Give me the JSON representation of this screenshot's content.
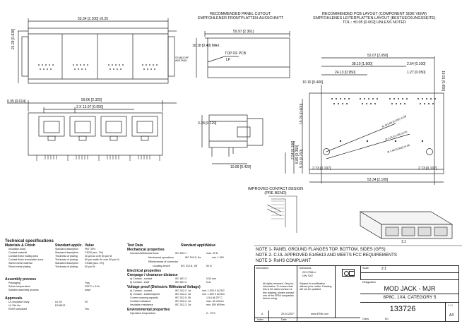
{
  "panel_cutout": {
    "title_en": "RECOMMENDED PANEL CUTOUT",
    "title_de": "EMPFOHLENER FRONTPLATTEN-AUSSCHNITT",
    "width": "59.97 [2.361]",
    "height": "10.18 [0.40] MAX",
    "top_of_pcb": "TOP OF PCB",
    "lp": "LP"
  },
  "pcb_layout": {
    "title_en": "RECOMMENDED PCB LAYOUT (COMPONENT SIDE VIEW)",
    "title_de": "EMPFOHLENES LEITERPLATTEN-LAYOUT (BESTUECKUNGSSEITE)",
    "tolerance": "TOL.: ±0.05 [0.002] UNLESS NOTED",
    "dims": [
      "52.07 [2.050]",
      "38.10 [1.500]",
      "2.54 [0.100]",
      "24.13 [0.950]",
      "1.27 [0.050]",
      "10.16 [0.400]",
      "16.51 [0.650]",
      "15.24 [0.600]",
      "2.54 [0.100]",
      "8.89 [0.350]",
      "5.33 [0.210]",
      "2.73 [0.107]",
      "53.34 [2.100]",
      "2.73 [0.107]"
    ],
    "holes": [
      "8x Ø 0.89 [0.035] ±0.08",
      "Ø 3.25 [0.128] ±0.05",
      "Ø 1.60 [0.063] ±0.08"
    ]
  },
  "front_view": {
    "width": "53.34 [2.100] ±0.25",
    "height": "21.29 [0.838]",
    "standoff": "STANDOFF ABSTAND",
    "pitch": "3 X 13.97 [0.550]",
    "overall": "59.06 [2.325]",
    "left": "0.35 [0.014]"
  },
  "side_view": {
    "dim1": "3.28 [0.129]",
    "dim2": "10.89 [0.429]"
  },
  "contact": {
    "title_en": "IMPROVED CONTACT DESIGN",
    "title_de": "(PRE BEND)"
  },
  "iso_label": "1:1",
  "specs": {
    "heading": "Technical specifications",
    "materials_heading": "Materials & Finish",
    "col_std": "Standard applic.",
    "col_val": "Value",
    "materials": [
      [
        "Insulation body",
        "Standard description",
        "PBT 30%"
      ],
      [
        "Contact material",
        "Standard description",
        "CS2/0 (acc. 2%)"
      ],
      [
        "Contact finish mating area",
        "Thickness of plating",
        "30 µin Au over 50 µin Ni"
      ],
      [
        "Contact finish termination zone",
        "Thickness of plating",
        "80 µin matte Sn over 50 µin Ni"
      ],
      [
        "Shield metal material",
        "Standard description",
        "CS480 (acc. 2%)"
      ],
      [
        "Shield metal plating",
        "Thickness of plating",
        "50 µin Ni"
      ]
    ],
    "assembly_heading": "Assembly process",
    "assembly": [
      [
        "Packaging",
        "",
        "Tray"
      ],
      [
        "Solder temperature",
        "",
        "235°C ≤ 3-5s"
      ],
      [
        "Suitable assembly process",
        "",
        "wave"
      ]
    ],
    "approvals_heading": "Approvals",
    "approvals": [
      [
        "UL insulation body",
        "UL 94",
        "V0"
      ],
      [
        "UL File No.",
        "E145613",
        ""
      ],
      [
        "RoHS compliant",
        "",
        "Yes"
      ]
    ],
    "test_heading": "Test Data",
    "mech_heading": "Mechanical properties",
    "mech": [
      [
        "Insertion/withdrawal force",
        "IEC 603-7",
        "max. 20 N"
      ],
      [
        "",
        "Mechanical operations",
        "IEC 512-5, 9a",
        "min. 1.000"
      ],
      [
        "",
        "Effectiveness of connector",
        ""
      ],
      [
        "",
        "coupling device",
        "IEC 512-8, 15f",
        "50 N"
      ]
    ],
    "elec_heading": "Electrical properties",
    "creep_heading": "Creepage / clearance distance",
    "creep": [
      [
        "a) Contact - contact",
        "IEC 807-3",
        "0.52 mm"
      ],
      [
        "b) Contact - shell",
        "IEC 807-3",
        "N.A."
      ]
    ],
    "voltage_heading": "Voltage proof (Dielectric Withstand Voltage)",
    "voltage": [
      [
        "a) Contact - contact",
        "IEC 512-2, 4a",
        "min. 1.000 V AC/DC"
      ],
      [
        "b) Contact - shell/endpoint",
        "IEC 512-2, 4a",
        "min. 1.500 V AC/DC"
      ],
      [
        "Current carrying capacity",
        "IEC 512-5, 5b",
        "1.5 A @ 25° C"
      ],
      [
        "Contact resistance",
        "IEC 512-2, 2a",
        "max. 30 mOhm"
      ],
      [
        "Insulation resistance",
        "IEC 512-2, 3a",
        "min. 500 MOhm"
      ]
    ],
    "env_heading": "Environmental properties",
    "env": [
      [
        "Operation temperature",
        "",
        "0 - 70°C"
      ]
    ]
  },
  "notes": [
    "NOTE  1-  PANEL GROUND FLANGES TOP, BOTTOM, SIDES (GFS)",
    "NOTE  2-  C-UL APPROVED E145613 AND MEETS FCC REQUIREMENTS",
    "NOTE  3-  RoHS COMPLIANT"
  ],
  "titleblock": {
    "information": "Information",
    "tolerances": "Tolerances",
    "tol_iso": "ISO 2768-m",
    "tol_din": "DIN 7167",
    "scale_label": "Scale",
    "scale": "2:1",
    "rights": "All rights reserved. Only for information. To ensure that this is the latest version of this drawing, please contact one of the ERNI companies before using.",
    "subject": "Subject to modification without prior notice. Drawing will not be updated",
    "designation_label": "Designation",
    "designation1": "MOD JACK - MJR",
    "designation2": "8P8C, 1X4, CATEGORY 5",
    "part_number": "133726",
    "sheet": "1 / 1",
    "format": "A3",
    "rev": "A",
    "date": "29.04.2007",
    "url": "www.ERNI.com",
    "index": "Index",
    "date_label": "Date",
    "class_label": "Class",
    "class_val": "MJ"
  }
}
